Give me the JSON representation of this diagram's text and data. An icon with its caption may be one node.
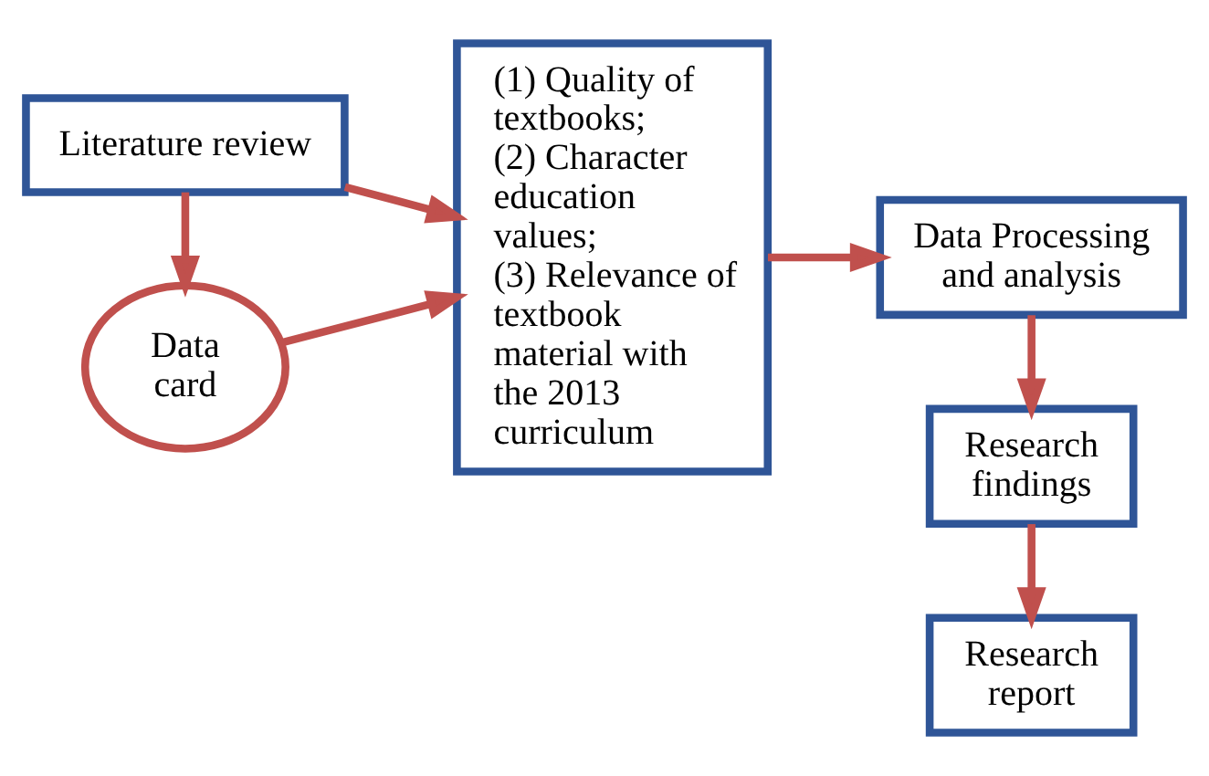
{
  "diagram": {
    "nodes": [
      {
        "text": [
          "Literature review"
        ]
      },
      {
        "text": [
          "Data card"
        ]
      },
      {
        "text": [
          "(1) Quality of textbooks;",
          "(2) Character education values;",
          "(3) Relevance of textbook material with the 2013 curriculum"
        ]
      },
      {
        "text": [
          "Data Processing and analysis"
        ]
      },
      {
        "text": [
          "Research findings"
        ]
      },
      {
        "text": [
          "Research report"
        ]
      }
    ],
    "edges": [
      {
        "from": 0,
        "to": 1,
        "arrow": "to"
      },
      {
        "from": 0,
        "to": 2,
        "arrow": "to"
      },
      {
        "from": 1,
        "to": 2,
        "arrow": "to"
      },
      {
        "from": 2,
        "to": 3,
        "arrow": "to"
      },
      {
        "from": 3,
        "to": 4,
        "arrow": "to"
      },
      {
        "from": 4,
        "to": 5,
        "arrow": "to"
      }
    ]
  }
}
